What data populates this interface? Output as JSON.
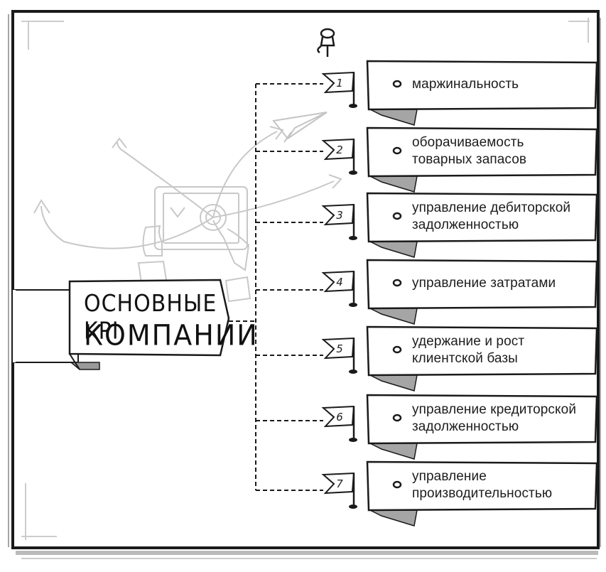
{
  "title": {
    "line1": "ОСНОВНЫЕ KPI",
    "line2": "КОМПАНИИ"
  },
  "kpis": [
    {
      "num": "1",
      "lines": [
        "маржинальность"
      ]
    },
    {
      "num": "2",
      "lines": [
        "оборачиваемость",
        "товарных запасов"
      ]
    },
    {
      "num": "3",
      "lines": [
        "управление дебиторской",
        "задолженностью"
      ]
    },
    {
      "num": "4",
      "lines": [
        "управление затратами"
      ]
    },
    {
      "num": "5",
      "lines": [
        "удержание и рост",
        "клиентской базы"
      ]
    },
    {
      "num": "6",
      "lines": [
        "управление кредиторской",
        "задолженностью"
      ]
    },
    {
      "num": "7",
      "lines": [
        "управление",
        "производительностью"
      ]
    }
  ],
  "icons": [
    "pushpin-icon",
    "paper-plane-icon",
    "tablet-hands-icon"
  ],
  "colors": {
    "ink": "#1d1d1d",
    "sketch": "#c4c4c4",
    "paper": "#ffffff"
  }
}
